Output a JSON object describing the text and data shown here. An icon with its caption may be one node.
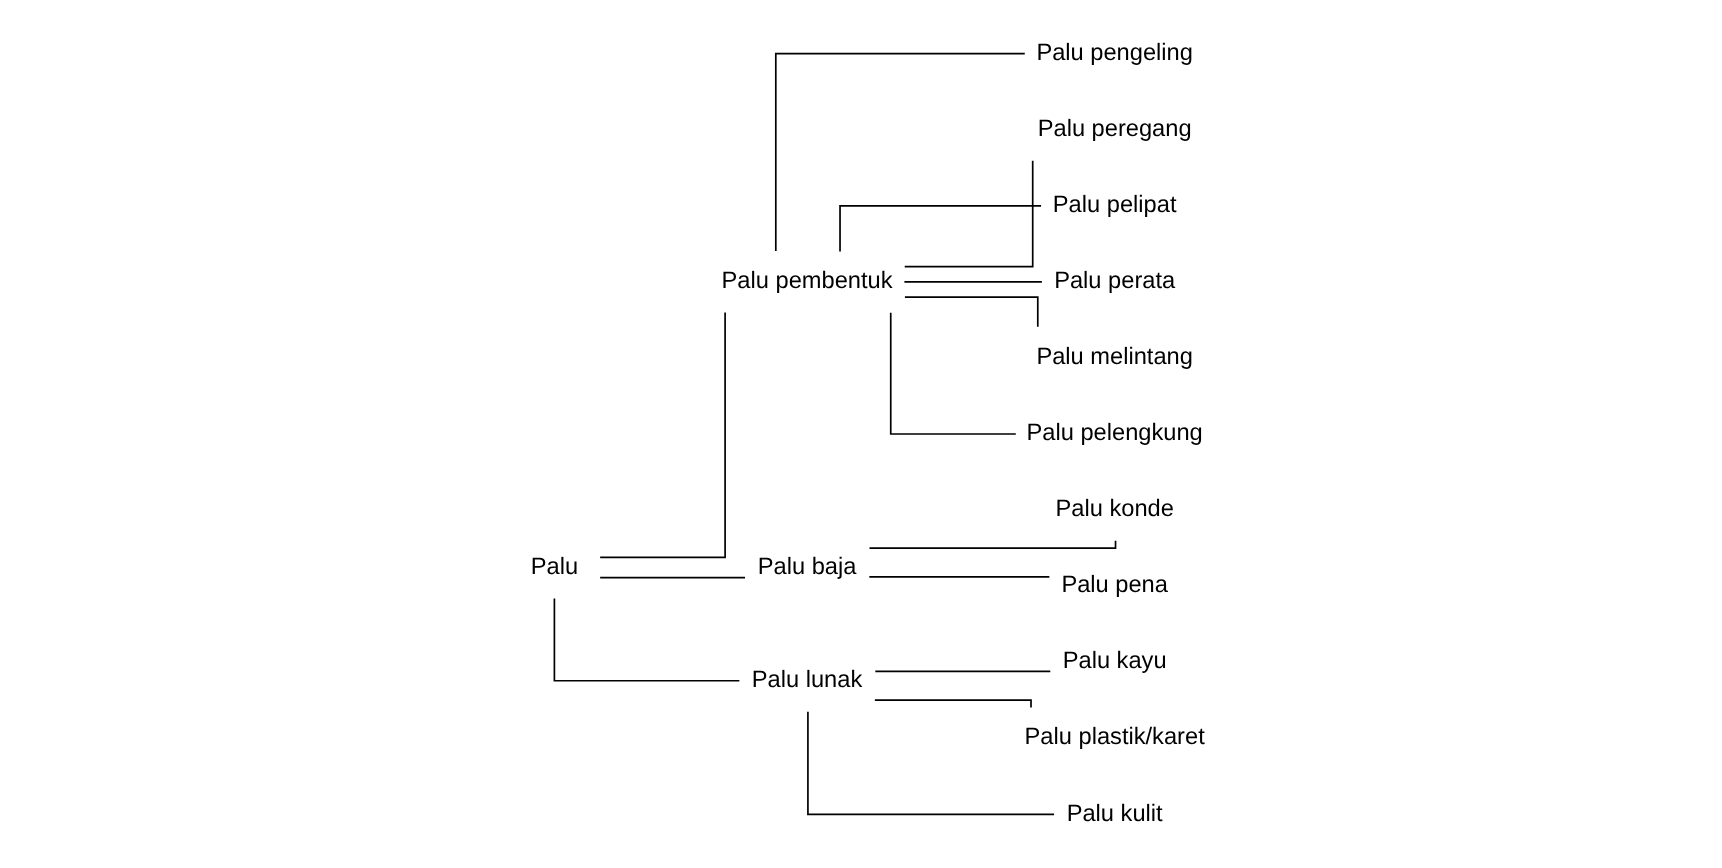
{
  "diagram": {
    "nodes": [
      {
        "text": [
          "Palu"
        ]
      },
      {
        "text": [
          "Palu pembentuk"
        ]
      },
      {
        "text": [
          "Palu pengeling"
        ]
      },
      {
        "text": [
          "Palu peregang"
        ]
      },
      {
        "text": [
          "Palu pelipat"
        ]
      },
      {
        "text": [
          "Palu perata"
        ]
      },
      {
        "text": [
          "Palu melintang"
        ]
      },
      {
        "text": [
          "Palu pelengkung"
        ]
      },
      {
        "text": [
          "Palu baja"
        ]
      },
      {
        "text": [
          "Palu konde"
        ]
      },
      {
        "text": [
          "Palu pena"
        ]
      },
      {
        "text": [
          "Palu lunak"
        ]
      },
      {
        "text": [
          "Palu kayu"
        ]
      },
      {
        "text": [
          "Palu plastik/karet"
        ]
      },
      {
        "text": [
          "Palu kulit"
        ]
      }
    ],
    "edges": [
      {
        "from": 0,
        "to": 1,
        "arrow": "none"
      },
      {
        "from": 0,
        "to": 8,
        "arrow": "none"
      },
      {
        "from": 0,
        "to": 11,
        "arrow": "none"
      },
      {
        "from": 1,
        "to": 2,
        "arrow": "none"
      },
      {
        "from": 1,
        "to": 3,
        "arrow": "none"
      },
      {
        "from": 1,
        "to": 4,
        "arrow": "none"
      },
      {
        "from": 1,
        "to": 5,
        "arrow": "none"
      },
      {
        "from": 1,
        "to": 6,
        "arrow": "none"
      },
      {
        "from": 1,
        "to": 7,
        "arrow": "none"
      },
      {
        "from": 8,
        "to": 9,
        "arrow": "none"
      },
      {
        "from": 8,
        "to": 10,
        "arrow": "none"
      },
      {
        "from": 11,
        "to": 12,
        "arrow": "none"
      },
      {
        "from": 11,
        "to": 13,
        "arrow": "none"
      },
      {
        "from": 11,
        "to": 14,
        "arrow": "none"
      }
    ]
  }
}
